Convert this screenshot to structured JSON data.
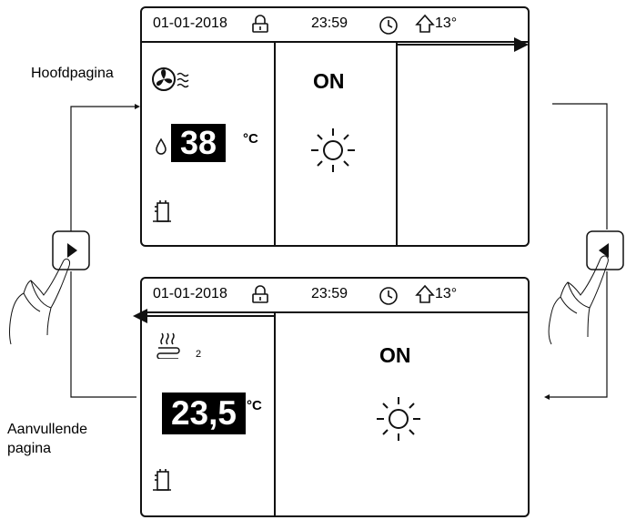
{
  "labels": {
    "main_page": "Hoofdpagina",
    "extra_page": "Aanvullende pagina"
  },
  "top_panel": {
    "date": "01-01-2018",
    "time": "23:59",
    "outdoor_temp": "13°",
    "status": "ON",
    "water_temp": "38",
    "unit": "°C",
    "icons": [
      "fan-coil-icon",
      "water-drop-icon",
      "sun-icon",
      "tank-icon",
      "lock-icon",
      "clock-icon",
      "home-icon"
    ]
  },
  "bottom_panel": {
    "date": "01-01-2018",
    "time": "23:59",
    "outdoor_temp": "13°",
    "status": "ON",
    "zone_temp": "23,5",
    "unit": "°C",
    "zone_index": "2",
    "icons": [
      "floor-heating-icon",
      "sun-icon",
      "tank-icon",
      "lock-icon",
      "clock-icon",
      "home-icon"
    ]
  },
  "buttons": {
    "right": "right-arrow-button",
    "left": "left-arrow-button"
  },
  "colors": {
    "line": "#111111",
    "background": "#ffffff"
  }
}
